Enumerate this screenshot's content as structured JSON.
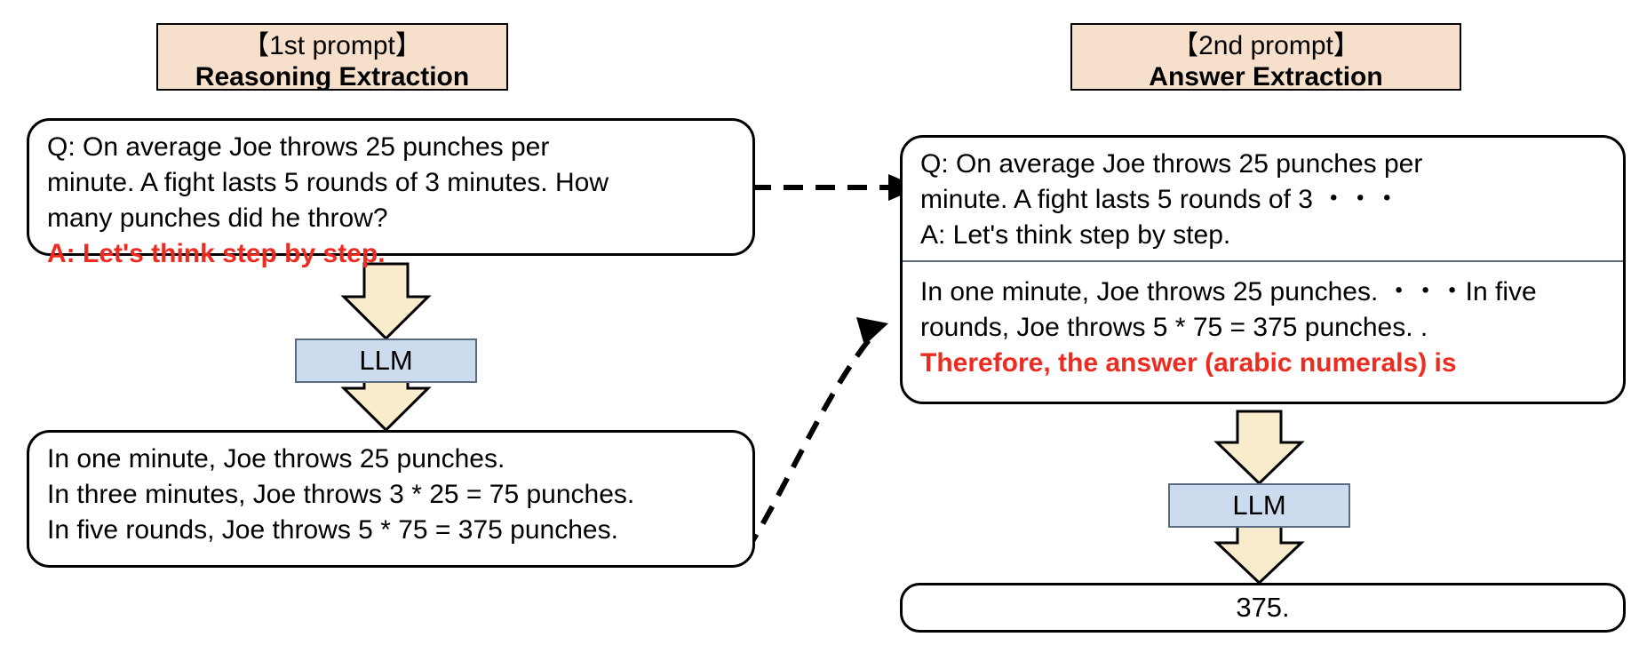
{
  "figure": {
    "type": "flow-diagram",
    "description": "Zero-shot chain-of-thought two-stage prompting pipeline"
  },
  "left_panel": {
    "header": {
      "kicker": "【1st prompt】",
      "title": "Reasoning Extraction"
    },
    "question_box": {
      "lines": [
        "Q: On average Joe throws 25 punches per",
        "minute.  A fight lasts 5 rounds of 3 minutes.  How",
        "many punches did he throw?"
      ],
      "red_line": "A: Let's think step by step."
    },
    "llm_label": "LLM",
    "output_box": {
      "lines": [
        "In one minute, Joe throws 25 punches.",
        "In three minutes, Joe throws 3 * 25 = 75 punches.",
        "In five rounds, Joe throws 5 * 75 = 375 punches."
      ]
    }
  },
  "right_panel": {
    "header": {
      "kicker": "【2nd prompt】",
      "title": "Answer Extraction"
    },
    "prompt_box": {
      "top_lines": [
        "Q: On average Joe throws 25 punches per",
        "minute.  A fight lasts 5 rounds of 3 ・・・",
        "A: Let's think step by step."
      ],
      "bottom_lines": [
        "In one minute, Joe throws 25 punches. ・・・In five",
        "rounds, Joe throws 5 * 75 = 375 punches. ."
      ],
      "red_line": "Therefore, the answer (arabic numerals) is"
    },
    "llm_label": "LLM",
    "answer_box": {
      "text": "375."
    }
  },
  "connectors": [
    {
      "name": "prompt1-to-prompt2",
      "style": "dashed-straight-arrow"
    },
    {
      "name": "reasoning-to-prompt2",
      "style": "dashed-curved-arrow"
    }
  ],
  "colors": {
    "header_fill": "#f6e0cb",
    "llm_fill": "#ccdcee",
    "arrow_fill": "#f8eccd",
    "accent_red": "#ee2b20",
    "divider": "#5a6b80",
    "outline": "#000000"
  },
  "icons": {
    "down_arrow": "down-block-arrow",
    "dashed_arrow": "dashed-arrow"
  }
}
